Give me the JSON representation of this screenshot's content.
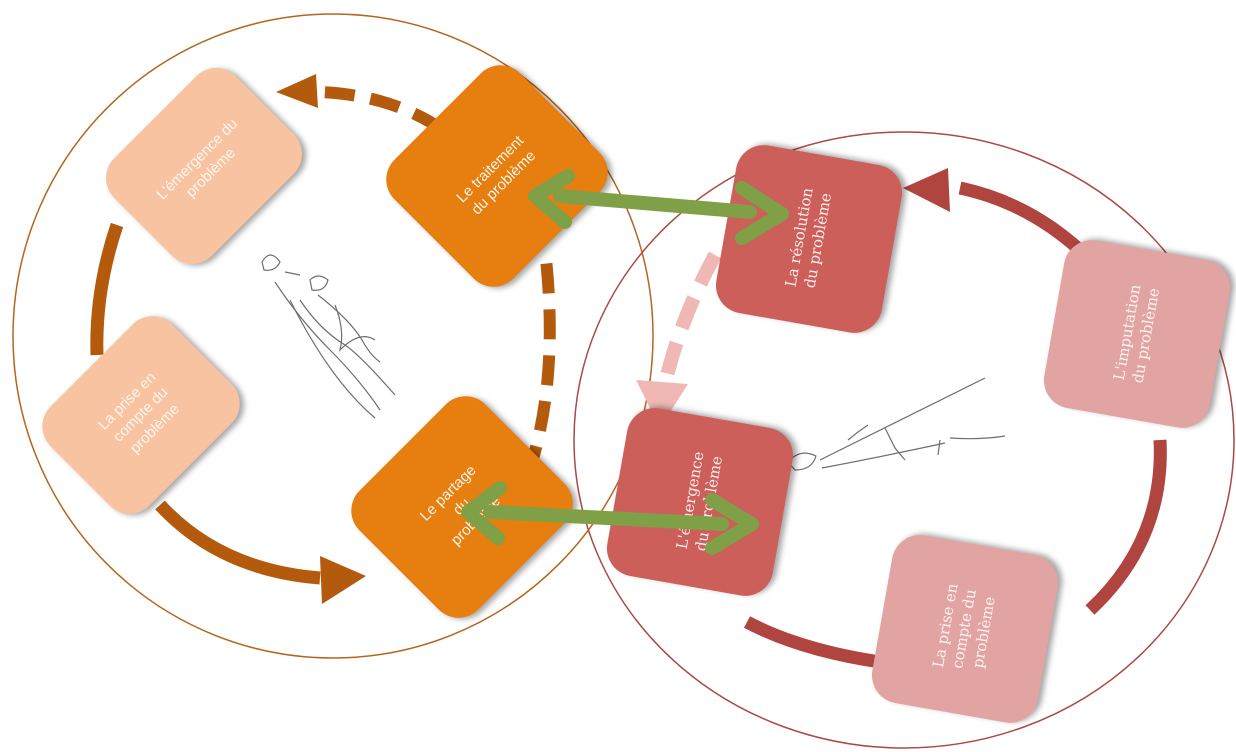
{
  "left_cycle": {
    "emergence": "L'émergence du problème",
    "prise": "La prise en compte du problème",
    "partage": "Le partage du problème",
    "traitement": "Le traitement du problème"
  },
  "right_cycle": {
    "resolution": "La résolution du problème",
    "imputation": "L'imputation du problème",
    "prise": "La prise en compte du problème",
    "emergence": "L'émergence du problème"
  },
  "colors": {
    "left_circle": "#b5651d",
    "right_circle": "#a94a45",
    "pale_orange": "#f8c3a0",
    "orange": "#e67e10",
    "brown_arrow": "#b35a0d",
    "red_box": "#cd5f5a",
    "pink_box": "#e2a4a2",
    "red_arrow": "#b04540",
    "green_arrow": "#7fa046"
  }
}
